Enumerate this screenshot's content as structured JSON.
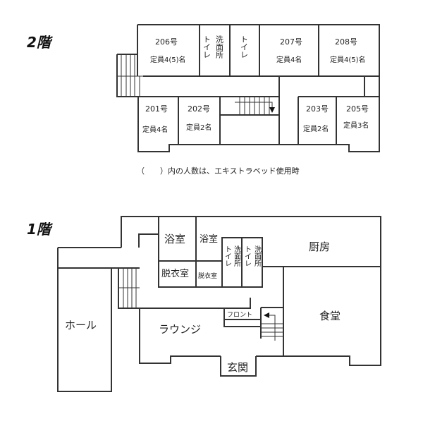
{
  "floors": {
    "second": {
      "title": "2階",
      "rooms": {
        "r206": {
          "name": "206号",
          "capacity": "定員4(5)名"
        },
        "r207": {
          "name": "207号",
          "capacity": "定員4名"
        },
        "r208": {
          "name": "208号",
          "capacity": "定員4(5)名"
        },
        "r201": {
          "name": "201号",
          "capacity": "定員4名"
        },
        "r202": {
          "name": "202号",
          "capacity": "定員2名"
        },
        "r203": {
          "name": "203号",
          "capacity": "定員2名"
        },
        "r205": {
          "name": "205号",
          "capacity": "定員3名"
        },
        "toilet1": "トイレ",
        "washroom": "洗面所",
        "toilet2": "トイレ"
      },
      "note": "（　　）内の人数は、エキストラベッド使用時"
    },
    "first": {
      "title": "1階",
      "rooms": {
        "bath1": "浴室",
        "bath2": "浴室",
        "dressing1": "脱衣室",
        "dressing2": "脱衣室",
        "toilet1": "トイレ",
        "washroom1": "洗面所",
        "toilet2": "トイレ",
        "washroom2": "洗面所",
        "kitchen": "厨房",
        "dining": "食堂",
        "hall": "ホール",
        "lounge": "ラウンジ",
        "front": "フロント",
        "entrance": "玄関"
      }
    }
  }
}
